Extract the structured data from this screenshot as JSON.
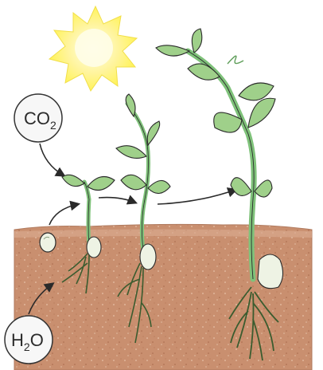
{
  "labels": {
    "co2": {
      "base": "CO",
      "sub": "2"
    },
    "h2o": {
      "pre": "H",
      "sub": "2",
      "post": "O"
    }
  },
  "colors": {
    "sun": "#fff35a",
    "sun_glow": "#fffbd0",
    "soil": "#c98f6f",
    "soil_dark": "#b7795b",
    "stem": "#7fc27a",
    "leaf": "#9fd08a",
    "leaf_dark": "#5f9e5a",
    "seed": "#eef3e4",
    "outline": "#2a2a2a"
  },
  "stages": [
    "seed",
    "seedling",
    "young-plant",
    "mature-plant"
  ]
}
